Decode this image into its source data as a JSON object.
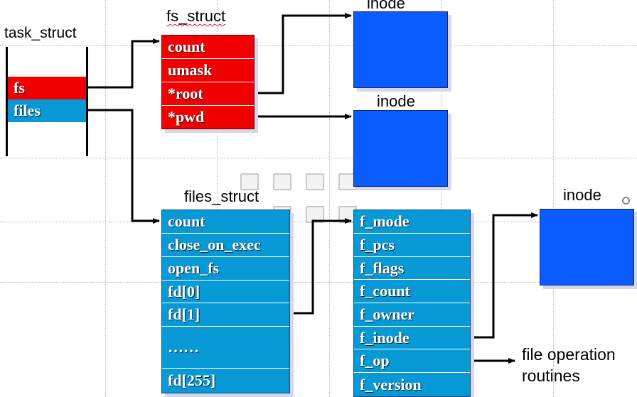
{
  "task_struct": {
    "title": "task_struct",
    "fields": [
      "fs",
      "files"
    ]
  },
  "fs_struct": {
    "title": "fs_struct",
    "fields": [
      "count",
      "umask",
      "*root",
      "*pwd"
    ]
  },
  "files_struct": {
    "title": "files_struct",
    "fields": [
      "count",
      "close_on_exec",
      "open_fs",
      "fd[0]",
      "fd[1]",
      "……",
      "fd[255]"
    ]
  },
  "file": {
    "fields": [
      "f_mode",
      "f_pcs",
      "f_flags",
      "f_count",
      "f_owner",
      "f_inode",
      "f_op",
      "f_version"
    ]
  },
  "inodes": [
    "inode",
    "inode",
    "inode"
  ],
  "file_operations": {
    "line1": "file operation",
    "line2": "routines"
  },
  "colors": {
    "fs_struct_fill": "#f00000",
    "files_struct_fill": "#0799d6",
    "inode_fill": "#0b5cff",
    "arrow": "#000000"
  }
}
